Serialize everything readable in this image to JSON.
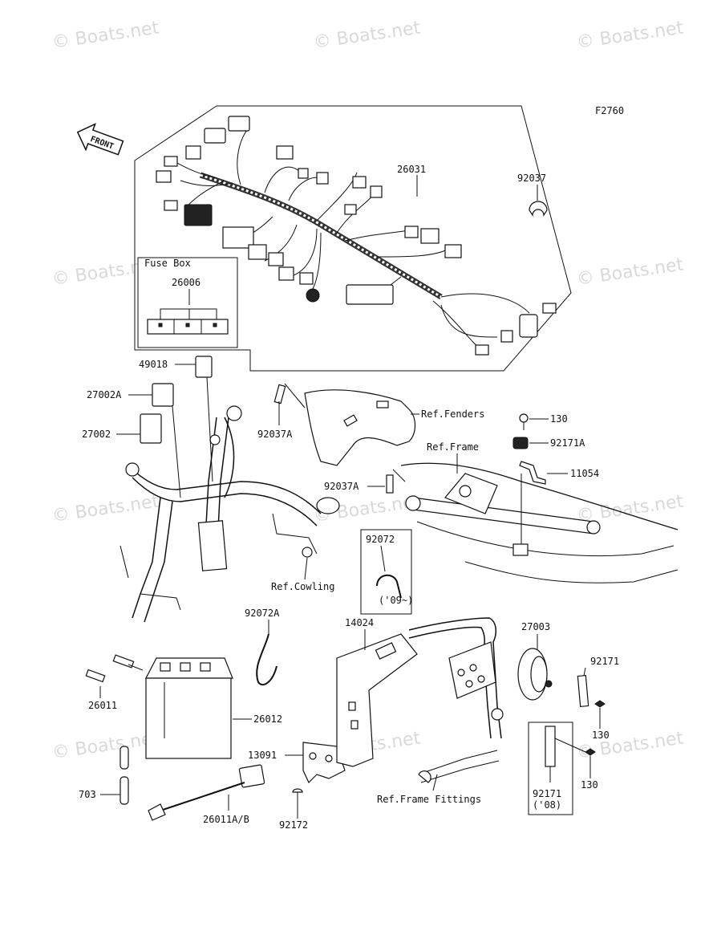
{
  "figure_code": "F2760",
  "front_label": "FRONT",
  "watermark": "© Boats.net",
  "fuse_box": {
    "title": "Fuse Box",
    "part": "26006"
  },
  "parts": {
    "p26031": "26031",
    "p92037": "92037",
    "p49018": "49018",
    "p27002A": "27002A",
    "p27002": "27002",
    "p92037A_1": "92037A",
    "p92037A_2": "92037A",
    "p130_1": "130",
    "p92171A": "92171A",
    "p11054": "11054",
    "p92072": "92072",
    "p92072_note": "('09~)",
    "p92072A": "92072A",
    "p14024": "14024",
    "p27003": "27003",
    "p92171": "92171",
    "p130_2": "130",
    "p130_3": "130",
    "p92171_b": "92171",
    "p92171_b_note": "('08)",
    "p26011": "26011",
    "p26012": "26012",
    "p13091": "13091",
    "p703": "703",
    "p26011AB": "26011A/B",
    "p92172": "92172"
  },
  "refs": {
    "fenders": "Ref.Fenders",
    "frame": "Ref.Frame",
    "cowling": "Ref.Cowling",
    "frame_fittings": "Ref.Frame Fittings"
  }
}
